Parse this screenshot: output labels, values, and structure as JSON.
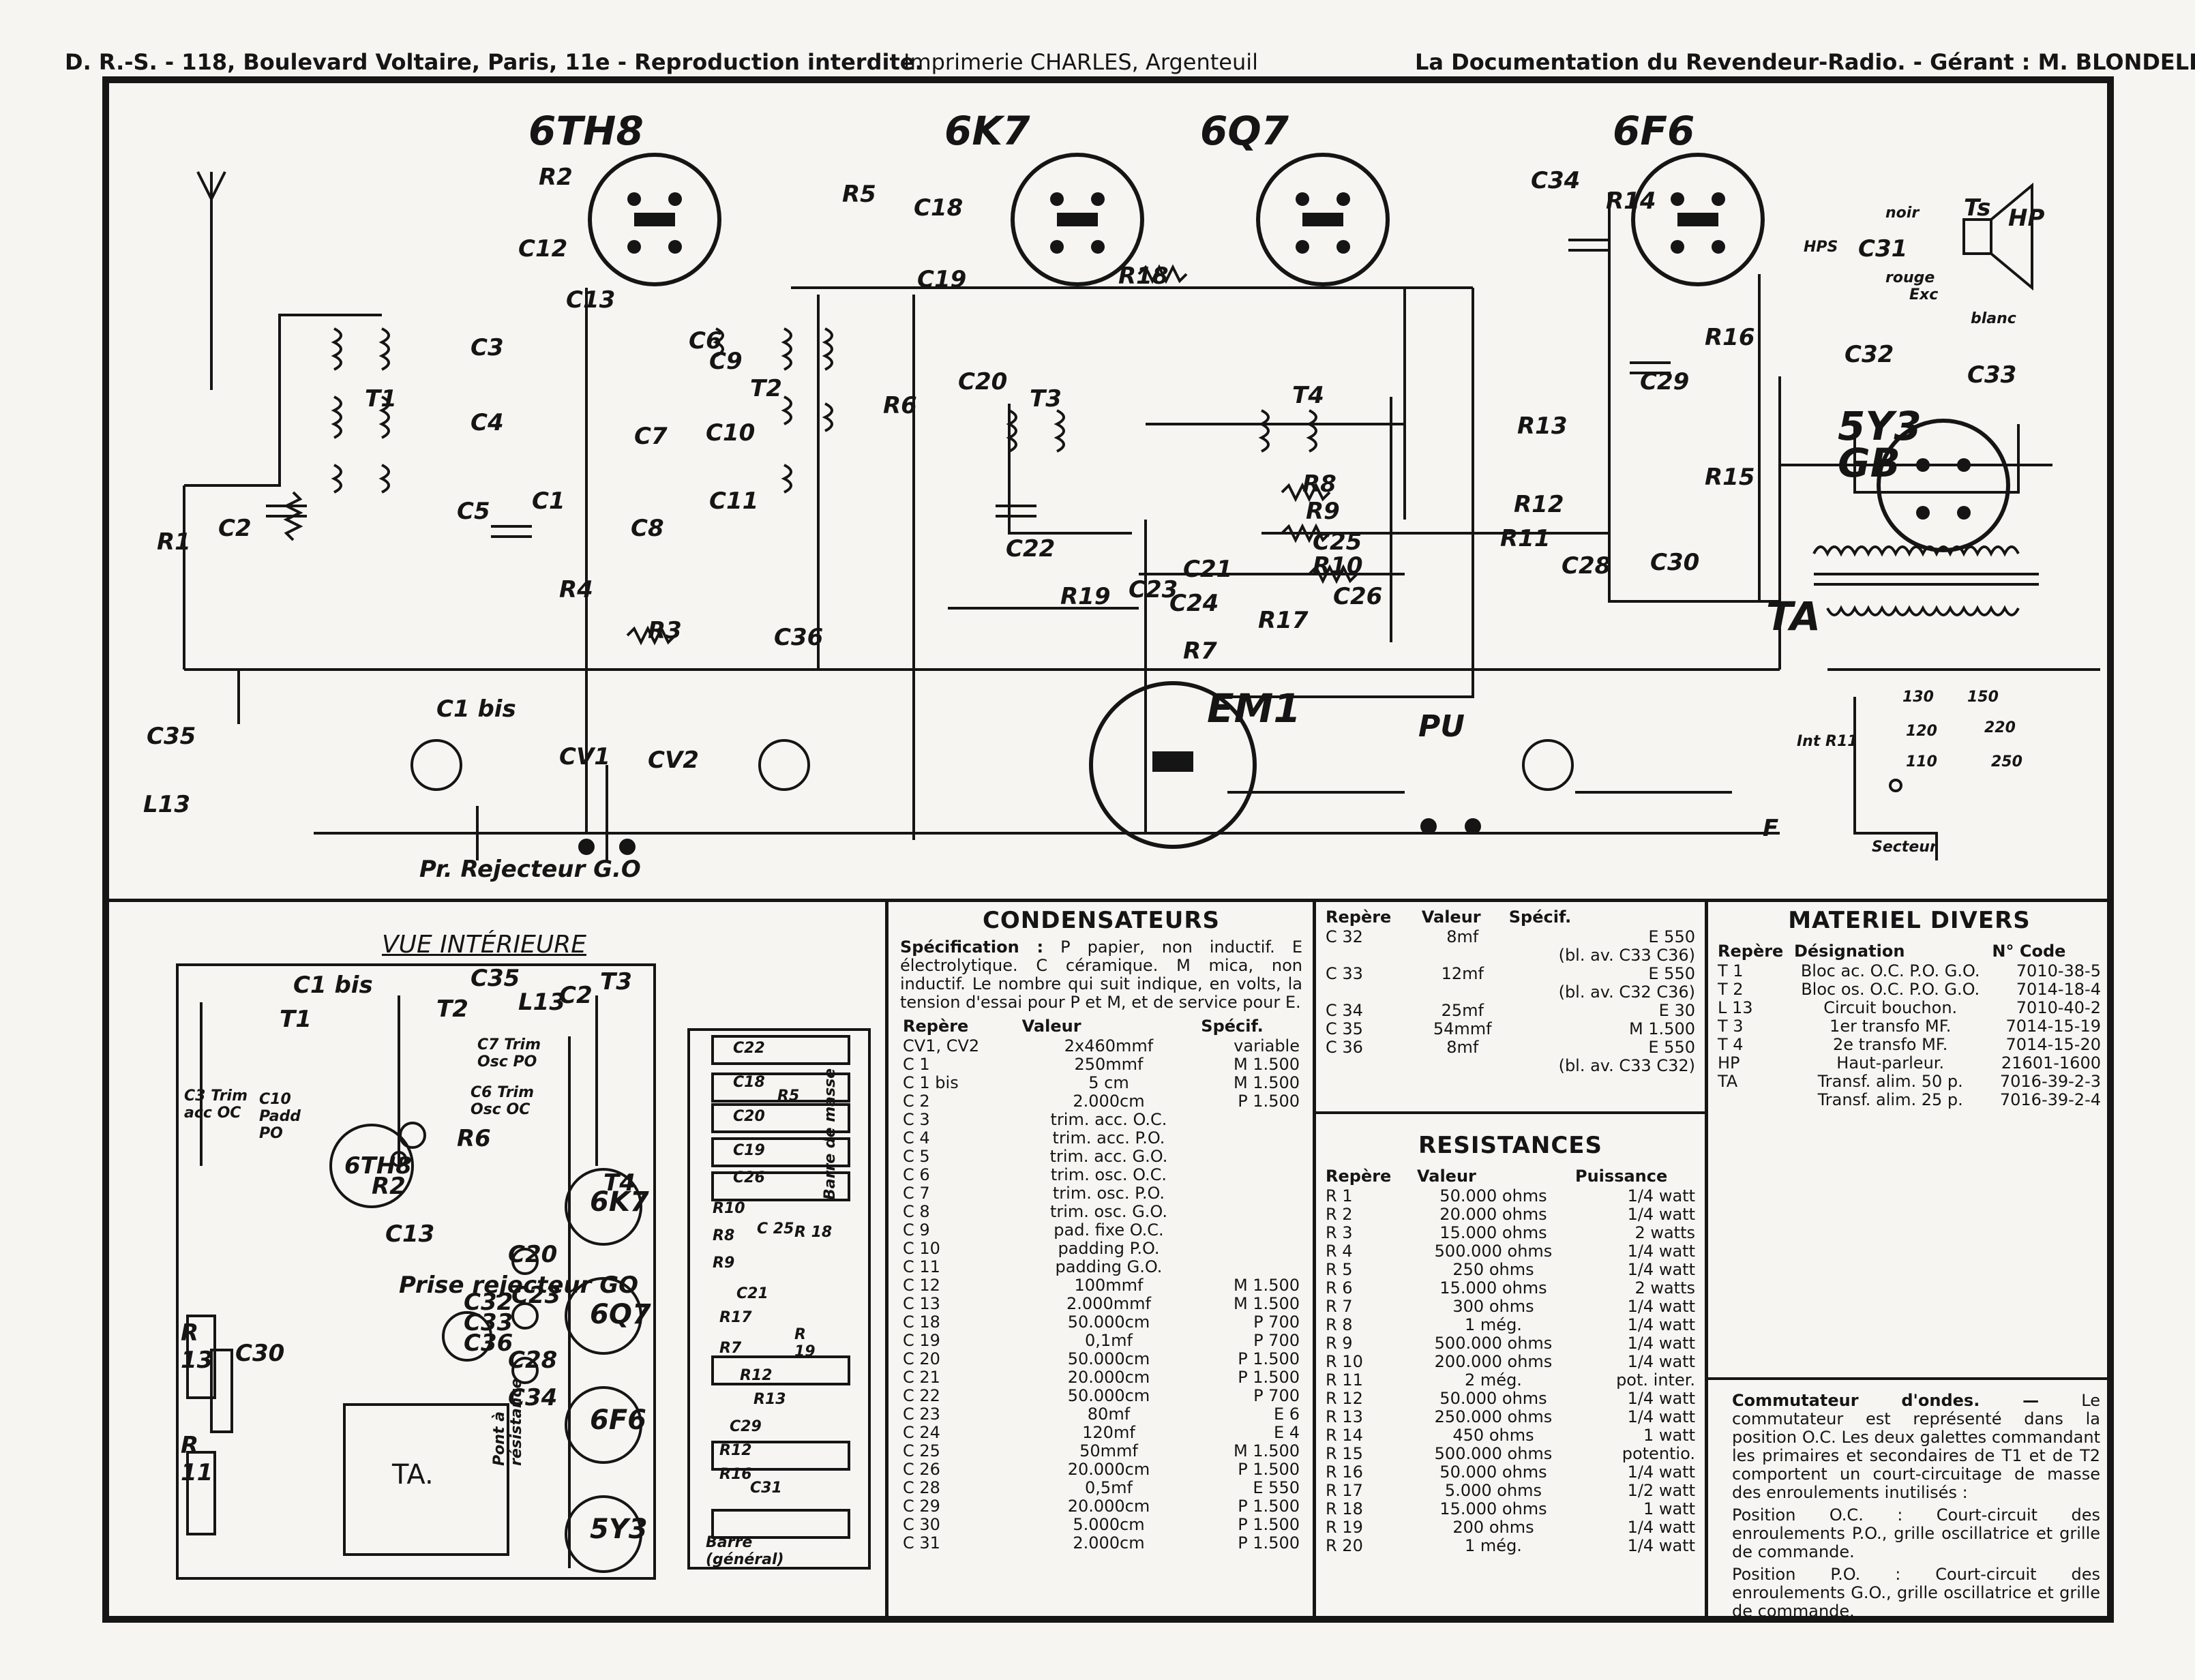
{
  "header": {
    "left": "D. R.-S. - 118, Boulevard Voltaire, Paris, 11e - Reproduction interdite.",
    "middle": "Imprimerie CHARLES, Argenteuil",
    "right": "La Documentation du Revendeur-Radio. - Gérant : M. BLONDELLE."
  },
  "schematic": {
    "tubes": [
      "6TH8",
      "6K7",
      "6Q7",
      "6F6",
      "5Y3 GB",
      "EM1"
    ],
    "labels": [
      "R2",
      "C12",
      "C13",
      "T1",
      "C3",
      "C4",
      "C5",
      "R1",
      "C2",
      "C1",
      "R4",
      "R3",
      "C36",
      "C1 bis",
      "C35",
      "L13",
      "CV1",
      "CV2",
      "Pr. Rejecteur G.O",
      "C6",
      "C9",
      "T2",
      "C7",
      "C10",
      "C8",
      "C11",
      "R5",
      "C18",
      "C19",
      "R18",
      "R6",
      "C20",
      "T3",
      "C22",
      "R19",
      "C23",
      "C24",
      "R7",
      "C21",
      "R17",
      "T4",
      "R8",
      "R9",
      "C25",
      "R10",
      "C26",
      "R11",
      "R12",
      "R13",
      "C28",
      "C29",
      "C30",
      "R14",
      "C34",
      "R16",
      "R15",
      "HPS",
      "C31",
      "Ts",
      "HP",
      "noir",
      "rouge",
      "Exc",
      "blanc",
      "C32",
      "C33",
      "TA",
      "PU",
      "F",
      "Int R11",
      "Secteur",
      "110",
      "120",
      "130",
      "150",
      "220",
      "250"
    ]
  },
  "vue": {
    "title": "VUE INTÉRIEURE",
    "labels": [
      "C1 bis",
      "T1",
      "C35",
      "L13",
      "C2",
      "T3",
      "T2",
      "C7 Trim Osc PO",
      "C6 Trim Osc OC",
      "C3 Trim acc OC",
      "C10 Padd PO",
      "6TH8",
      "R2",
      "R6",
      "C13",
      "Prise rejecteur GO",
      "T4",
      "6K7",
      "C20",
      "C23",
      "C32",
      "C33",
      "C36",
      "C28",
      "C34",
      "6Q7",
      "6F6",
      "5Y3",
      "TA.",
      "R 13",
      "C30",
      "R 11",
      "Pont à résistance",
      "C22",
      "C18",
      "R5",
      "C20",
      "C19",
      "C26",
      "R10",
      "R8",
      "R9",
      "C 25",
      "R 18",
      "C21",
      "R17",
      "R7",
      "R 19",
      "R12",
      "R13",
      "C29",
      "R12",
      "R16",
      "C31",
      "Barre de masse",
      "Barre (général)"
    ]
  },
  "condensateurs": {
    "title": "CONDENSATEURS",
    "spec_label": "Spécification :",
    "spec_text": "P papier, non inductif. E électrolytique. C céramique. M mica, non inductif. Le nombre qui suit indique, en volts, la tension d'essai pour P et M, et de service pour E.",
    "headers": [
      "Repère",
      "Valeur",
      "Spécif."
    ],
    "rows": [
      [
        "CV1, CV2",
        "2x460mmf",
        "variable"
      ],
      [
        "C 1",
        "250mmf",
        "M 1.500"
      ],
      [
        "C 1 bis",
        "5 cm",
        "M 1.500"
      ],
      [
        "C 2",
        "2.000cm",
        "P 1.500"
      ],
      [
        "C 3",
        "trim. acc. O.C.",
        ""
      ],
      [
        "C 4",
        "trim. acc. P.O.",
        ""
      ],
      [
        "C 5",
        "trim. acc. G.O.",
        ""
      ],
      [
        "C 6",
        "trim. osc. O.C.",
        ""
      ],
      [
        "C 7",
        "trim. osc. P.O.",
        ""
      ],
      [
        "C 8",
        "trim. osc. G.O.",
        ""
      ],
      [
        "C 9",
        "pad. fixe O.C.",
        ""
      ],
      [
        "C 10",
        "padding P.O.",
        ""
      ],
      [
        "C 11",
        "padding G.O.",
        ""
      ],
      [
        "C 12",
        "100mmf",
        "M 1.500"
      ],
      [
        "C 13",
        "2.000mmf",
        "M 1.500"
      ],
      [
        "C 18",
        "50.000cm",
        "P 700"
      ],
      [
        "C 19",
        "0,1mf",
        "P 700"
      ],
      [
        "C 20",
        "50.000cm",
        "P 1.500"
      ],
      [
        "C 21",
        "20.000cm",
        "P 1.500"
      ],
      [
        "C 22",
        "50.000cm",
        "P 700"
      ],
      [
        "C 23",
        "80mf",
        "E 6"
      ],
      [
        "C 24",
        "120mf",
        "E 4"
      ],
      [
        "C 25",
        "50mmf",
        "M 1.500"
      ],
      [
        "C 26",
        "20.000cm",
        "P 1.500"
      ],
      [
        "C 28",
        "0,5mf",
        "E 550"
      ],
      [
        "C 29",
        "20.000cm",
        "P 1.500"
      ],
      [
        "C 30",
        "5.000cm",
        "P 1.500"
      ],
      [
        "C 31",
        "2.000cm",
        "P 1.500"
      ]
    ]
  },
  "condensateurs2": {
    "headers": [
      "Repère",
      "Valeur",
      "Spécif."
    ],
    "rows": [
      [
        "C 32",
        "8mf",
        "E 550"
      ],
      [
        "",
        "",
        "(bl. av. C33 C36)"
      ],
      [
        "C 33",
        "12mf",
        "E 550"
      ],
      [
        "",
        "",
        "(bl. av. C32 C36)"
      ],
      [
        "C 34",
        "25mf",
        "E 30"
      ],
      [
        "C 35",
        "54mmf",
        "M 1.500"
      ],
      [
        "C 36",
        "8mf",
        "E 550"
      ],
      [
        "",
        "",
        "(bl. av. C33 C32)"
      ]
    ]
  },
  "resistances": {
    "title": "RESISTANCES",
    "headers": [
      "Repère",
      "Valeur",
      "Puissance"
    ],
    "rows": [
      [
        "R 1",
        "50.000 ohms",
        "1/4 watt"
      ],
      [
        "R 2",
        "20.000 ohms",
        "1/4 watt"
      ],
      [
        "R 3",
        "15.000 ohms",
        "2 watts"
      ],
      [
        "R 4",
        "500.000 ohms",
        "1/4 watt"
      ],
      [
        "R 5",
        "250 ohms",
        "1/4 watt"
      ],
      [
        "R 6",
        "15.000 ohms",
        "2 watts"
      ],
      [
        "R 7",
        "300 ohms",
        "1/4 watt"
      ],
      [
        "R 8",
        "1 még.",
        "1/4 watt"
      ],
      [
        "R 9",
        "500.000 ohms",
        "1/4 watt"
      ],
      [
        "R 10",
        "200.000 ohms",
        "1/4 watt"
      ],
      [
        "R 11",
        "2 még.",
        "pot. inter."
      ],
      [
        "R 12",
        "50.000 ohms",
        "1/4 watt"
      ],
      [
        "R 13",
        "250.000 ohms",
        "1/4 watt"
      ],
      [
        "R 14",
        "450 ohms",
        "1 watt"
      ],
      [
        "R 15",
        "500.000 ohms",
        "potentio."
      ],
      [
        "R 16",
        "50.000 ohms",
        "1/4 watt"
      ],
      [
        "R 17",
        "5.000 ohms",
        "1/2 watt"
      ],
      [
        "R 18",
        "15.000 ohms",
        "1 watt"
      ],
      [
        "R 19",
        "200 ohms",
        "1/4 watt"
      ],
      [
        "R 20",
        "1 még.",
        "1/4 watt"
      ]
    ]
  },
  "materiel": {
    "title": "MATERIEL DIVERS",
    "headers": [
      "Repère",
      "Désignation",
      "N° Code"
    ],
    "rows": [
      [
        "T 1",
        "Bloc ac. O.C. P.O. G.O.",
        "7010-38-5"
      ],
      [
        "T 2",
        "Bloc os. O.C. P.O. G.O.",
        "7014-18-4"
      ],
      [
        "L 13",
        "Circuit bouchon.",
        "7010-40-2"
      ],
      [
        "T 3",
        "1er transfo MF.",
        "7014-15-19"
      ],
      [
        "T 4",
        "2e transfo MF.",
        "7014-15-20"
      ],
      [
        "HP",
        "Haut-parleur.",
        "21601-1600"
      ],
      [
        "TA",
        "Transf. alim. 50 p.",
        "7016-39-2-3"
      ],
      [
        "",
        "Transf. alim. 25 p.",
        "7016-39-2-4"
      ]
    ]
  },
  "commutateur": {
    "title": "Commutateur d'ondes. —",
    "text": "Le commutateur est représenté dans la position O.C. Les deux galettes commandant les primaires et secondaires de T1 et de T2 comportent un court-circuitage de masse des enroulements inutilisés :",
    "oc": "Position O.C. : Court-circuit des enroulements P.O., grille oscillatrice et grille de commande.",
    "po": "Position P.O. : Court-circuit des enroulements G.O., grille oscillatrice et grille de commande."
  }
}
